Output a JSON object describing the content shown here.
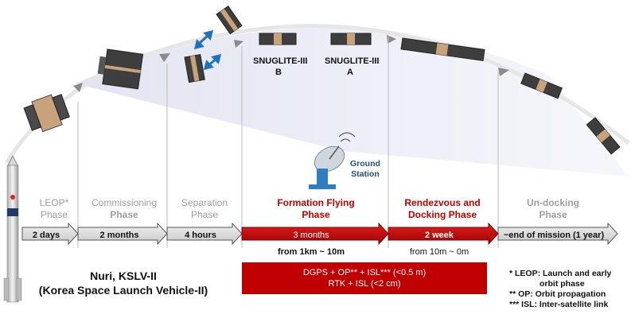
{
  "phases": [
    {
      "id": "leop",
      "line1": "LEOP*",
      "line2": "Phase",
      "duration": "2 days",
      "sub": "",
      "color": "#9e9e9e"
    },
    {
      "id": "commissioning",
      "line1": "Commissioning",
      "line2": "Phase",
      "duration": "2 months",
      "sub": "",
      "color": "#9e9e9e"
    },
    {
      "id": "separation",
      "line1": "Separation",
      "line2": "Phase",
      "duration": "4 hours",
      "sub": "",
      "color": "#9e9e9e"
    },
    {
      "id": "formation",
      "line1": "Formation Flying",
      "line2": "Phase",
      "duration": "3 months",
      "sub": "from 1km ~ 10m",
      "color": "#c00000"
    },
    {
      "id": "rendezvous",
      "line1": "Rendezvous and",
      "line2": "Docking Phase",
      "duration": "2 week",
      "sub": "from 10m ~ 0m",
      "color": "#c00000"
    },
    {
      "id": "undocking",
      "line1": "Un-docking",
      "line2": "Phase",
      "duration": "~end of mission (1 year)",
      "sub": "",
      "color": "#9e9e9e"
    }
  ],
  "satellites": {
    "b": {
      "line1": "SNUGLITE-III",
      "line2": "B"
    },
    "a": {
      "line1": "SNUGLITE-III",
      "line2": "A"
    }
  },
  "ground_station": {
    "line1": "Ground",
    "line2": "Station"
  },
  "launch_vehicle": {
    "line1": "Nuri, KSLV-II",
    "line2": "(Korea Space Launch Vehicle-II)"
  },
  "methods": {
    "line1": "DGPS + OP** + ISL*** (<0.5 m)",
    "line2": "RTK +  ISL (<2 cm)"
  },
  "footnotes": {
    "line1": "* LEOP: Launch and early",
    "line2": "orbit phase",
    "line3": "** OP: Orbit propagation",
    "line4": "*** ISL: Inter-satellite link"
  },
  "colors": {
    "accent": "#c00000",
    "grey": "#9e9e9e",
    "station": "#1f4e79",
    "arrow_grey": "#d9d9d9"
  }
}
